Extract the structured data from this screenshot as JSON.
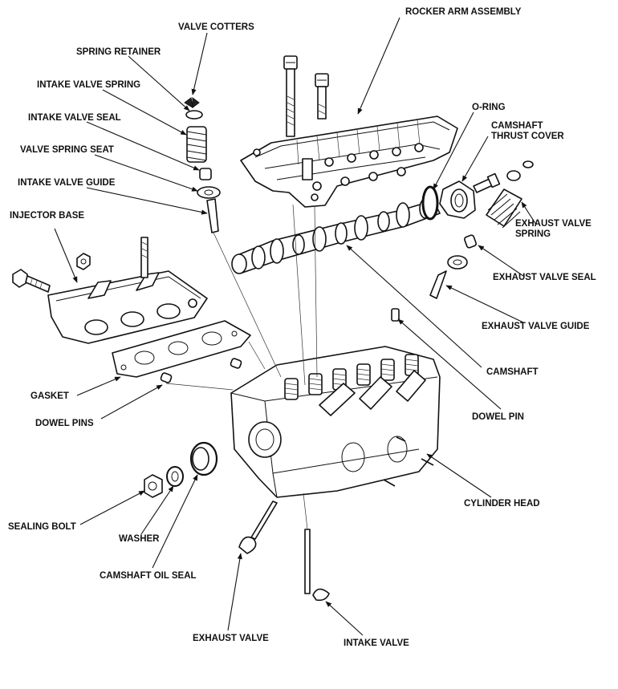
{
  "diagram": {
    "labels": {
      "valve_cotters": "VALVE COTTERS",
      "spring_retainer": "SPRING RETAINER",
      "intake_valve_spring": "INTAKE VALVE SPRING",
      "intake_valve_seal": "INTAKE VALVE SEAL",
      "valve_spring_seat": "VALVE SPRING SEAT",
      "intake_valve_guide": "INTAKE VALVE GUIDE",
      "injector_base": "INJECTOR BASE",
      "rocker_arm_assembly": "ROCKER ARM ASSEMBLY",
      "o_ring": "O-RING",
      "camshaft_thrust_cover_1": "CAMSHAFT",
      "camshaft_thrust_cover_2": "THRUST COVER",
      "exhaust_valve_spring_1": "EXHAUST VALVE",
      "exhaust_valve_spring_2": "SPRING",
      "exhaust_valve_seal": "EXHAUST VALVE SEAL",
      "exhaust_valve_guide": "EXHAUST VALVE GUIDE",
      "camshaft": "CAMSHAFT",
      "dowel_pin": "DOWEL PIN",
      "cylinder_head": "CYLINDER HEAD",
      "gasket": "GASKET",
      "dowel_pins": "DOWEL PINS",
      "sealing_bolt": "SEALING BOLT",
      "washer": "WASHER",
      "camshaft_oil_seal": "CAMSHAFT OIL SEAL",
      "exhaust_valve": "EXHAUST VALVE",
      "intake_valve": "INTAKE VALVE"
    }
  }
}
